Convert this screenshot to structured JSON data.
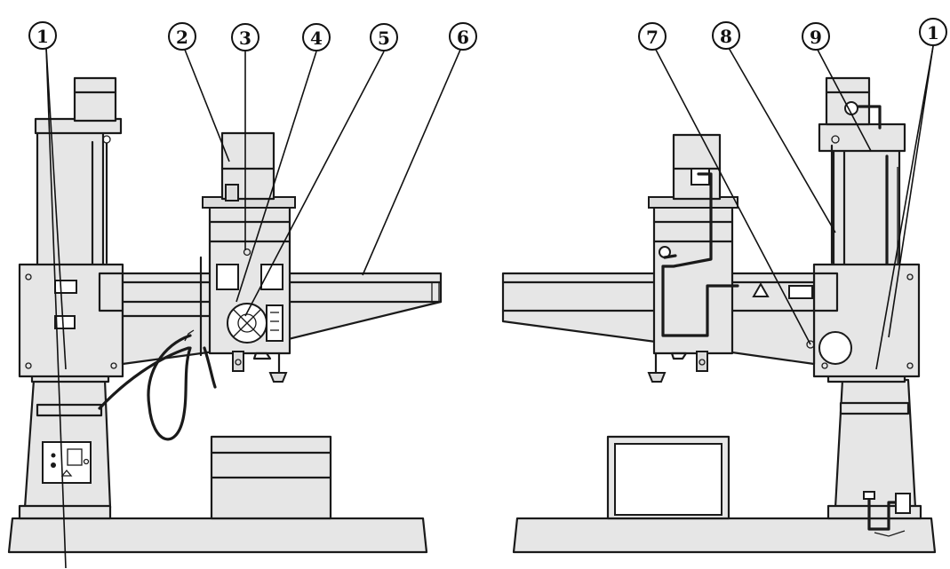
{
  "callouts": [
    {
      "id": "c1-left",
      "label": "1"
    },
    {
      "id": "c2",
      "label": "2"
    },
    {
      "id": "c3",
      "label": "3"
    },
    {
      "id": "c4",
      "label": "4"
    },
    {
      "id": "c5",
      "label": "5"
    },
    {
      "id": "c6",
      "label": "6"
    },
    {
      "id": "c7",
      "label": "7"
    },
    {
      "id": "c8",
      "label": "8"
    },
    {
      "id": "c9",
      "label": "9"
    },
    {
      "id": "c1-right",
      "label": "1"
    }
  ]
}
